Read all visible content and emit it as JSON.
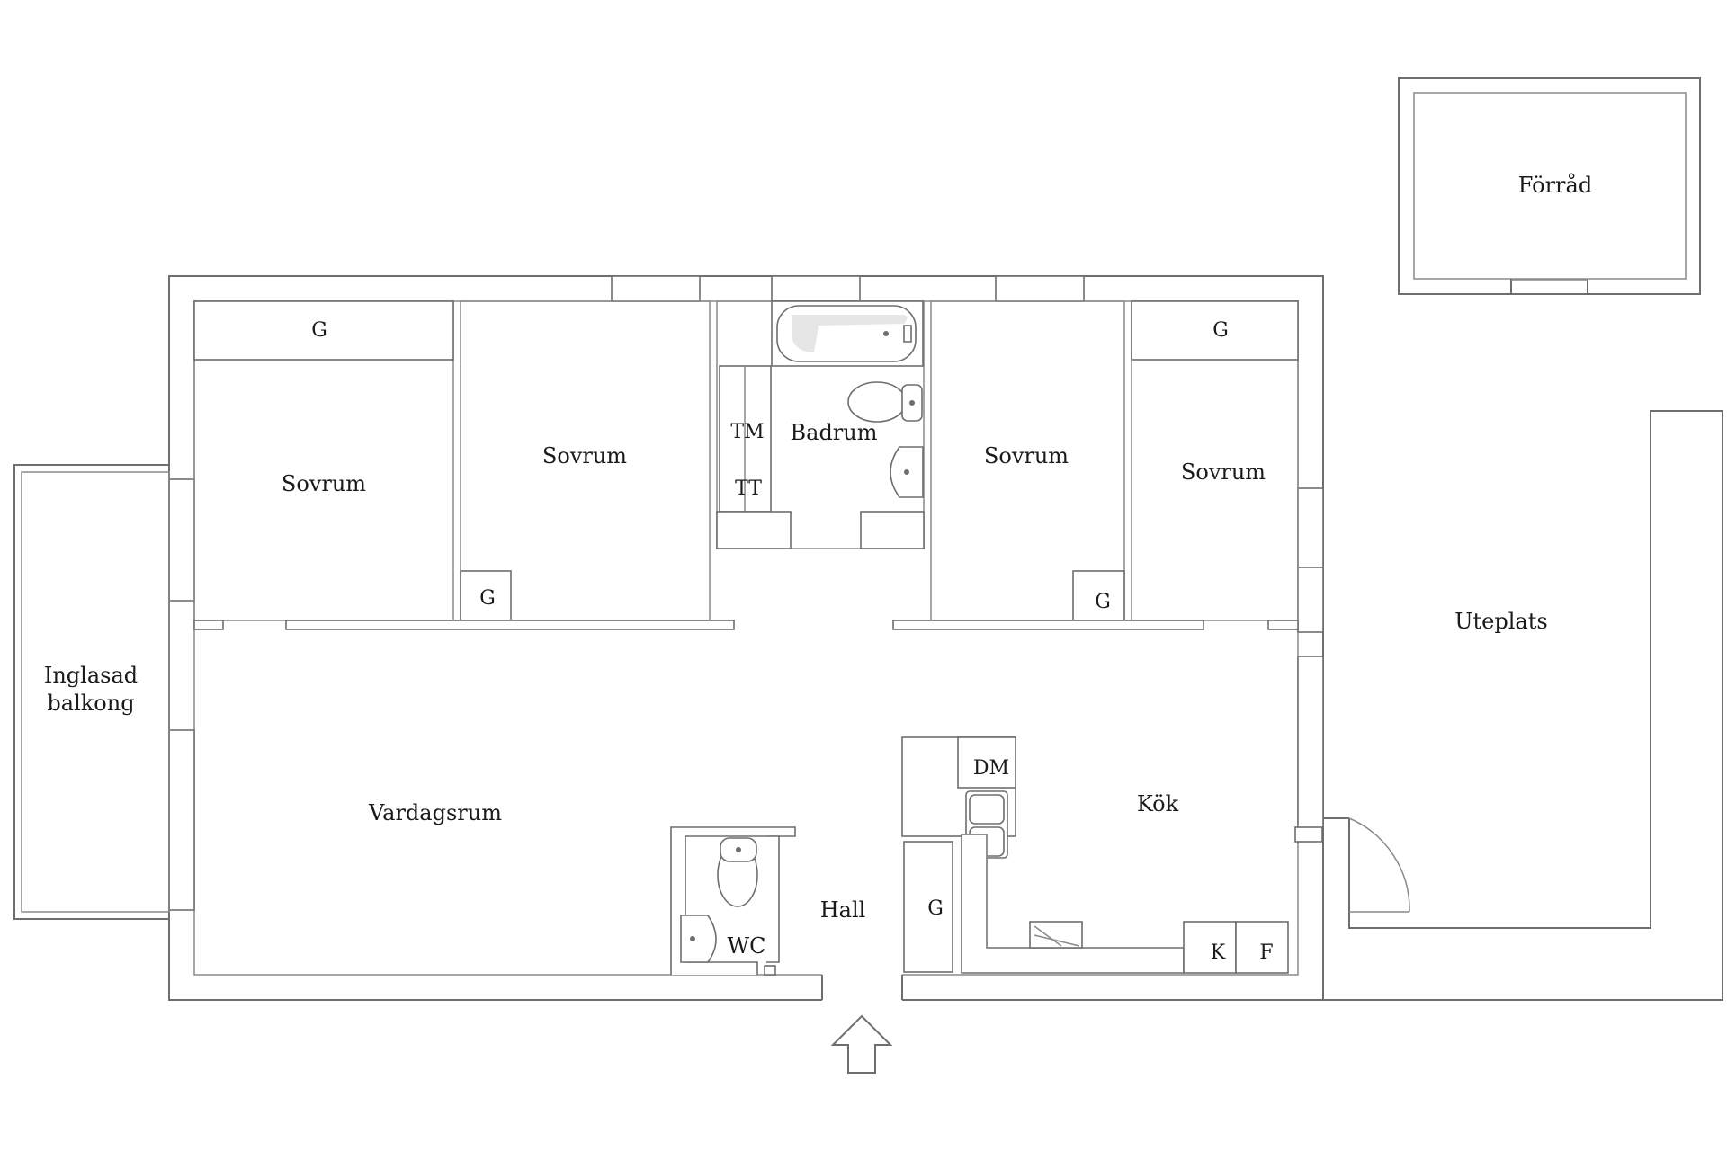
{
  "rooms": {
    "storage": "Förråd",
    "bedroom_1": "Sovrum",
    "bedroom_2": "Sovrum",
    "bedroom_3": "Sovrum",
    "bedroom_4": "Sovrum",
    "bathroom": "Badrum",
    "glazed_balcony_line1": "Inglasad",
    "glazed_balcony_line2": "balkong",
    "living_room": "Vardagsrum",
    "hall": "Hall",
    "wc": "WC",
    "kitchen": "Kök",
    "patio": "Uteplats"
  },
  "fixtures": {
    "wardrobe_1": "G",
    "wardrobe_2": "G",
    "wardrobe_3": "G",
    "wardrobe_4": "G",
    "wardrobe_hall": "G",
    "washing_machine": "TM",
    "tumble_dryer": "TT",
    "dishwasher": "DM",
    "refrigerator": "K",
    "freezer": "F"
  },
  "colors": {
    "wall": "#6e6e6e",
    "text": "#1a1a1a",
    "background": "#ffffff"
  }
}
